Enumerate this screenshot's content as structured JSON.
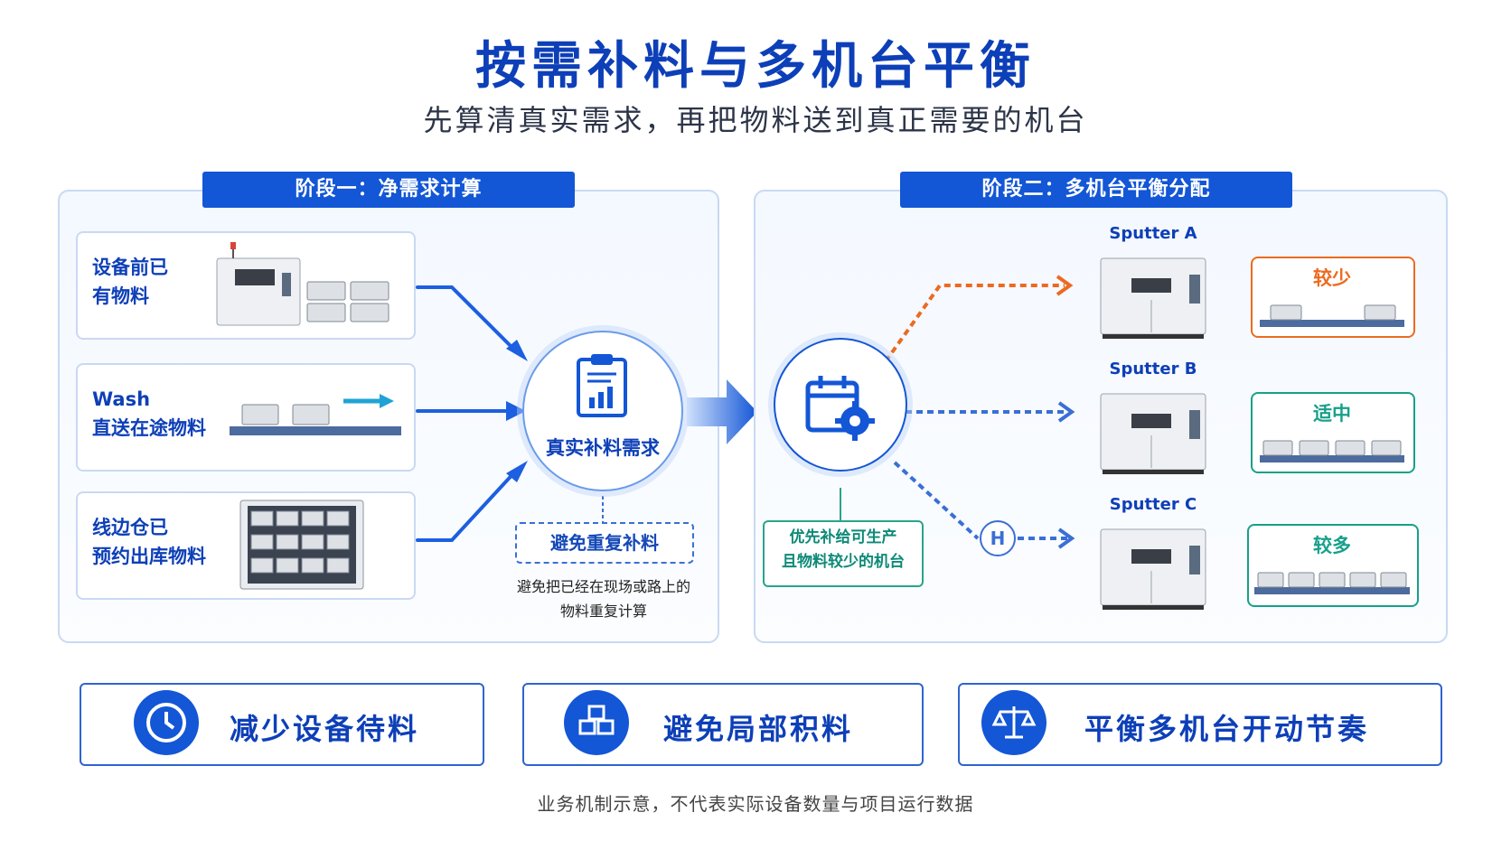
{
  "title": "按需补料与多机台平衡",
  "subtitle": "先算清真实需求，再把物料送到真正需要的机台",
  "phase1": {
    "header": "阶段一：净需求计算",
    "sources": [
      {
        "line1": "设备前已",
        "line2": "有物料"
      },
      {
        "line1": "Wash",
        "line2": "直送在途物料"
      },
      {
        "line1": "线边仓已",
        "line2": "预约出库物料"
      }
    ],
    "center_label": "真实补料需求",
    "dashed_label": "避免重复补料",
    "note_line1": "避免把已经在现场或路上的",
    "note_line2": "物料重复计算"
  },
  "phase2": {
    "header": "阶段二：多机台平衡分配",
    "priority_line1": "优先补给可生产",
    "priority_line2": "且物料较少的机台",
    "hold_marker": "H",
    "machines": [
      {
        "name": "Sputter A",
        "stock": "较少",
        "color": "#ec6a1f"
      },
      {
        "name": "Sputter B",
        "stock": "适中",
        "color": "#17a08a"
      },
      {
        "name": "Sputter C",
        "stock": "较多",
        "color": "#17a08a"
      }
    ]
  },
  "benefits": [
    {
      "label": "减少设备待料",
      "icon": "clock-icon"
    },
    {
      "label": "避免局部积料",
      "icon": "cubes-icon"
    },
    {
      "label": "平衡多机台开动节奏",
      "icon": "scale-icon"
    }
  ],
  "footer": "业务机制示意，不代表实际设备数量与项目运行数据",
  "colors": {
    "primary": "#1356d6",
    "orange": "#ec6a1f",
    "teal": "#17a08a"
  }
}
